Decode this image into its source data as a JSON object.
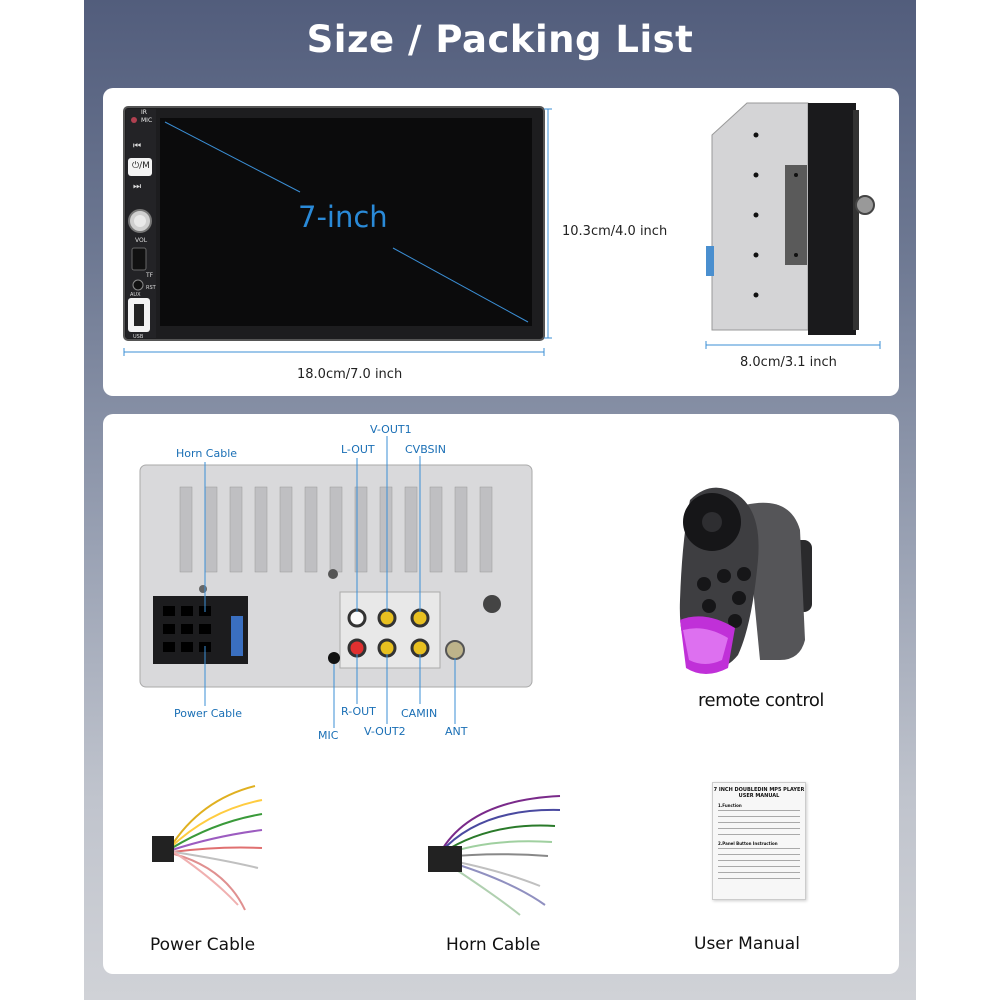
{
  "title": "Size / Packing List",
  "dimensions": {
    "screen_size": "7-inch",
    "height": "10.3cm/4.0 inch",
    "width": "18.0cm/7.0 inch",
    "depth": "8.0cm/3.1 inch"
  },
  "front_panel": {
    "ir": "IR",
    "mic": "MIC",
    "vol": "VOL",
    "tf": "TF",
    "rst": "RST",
    "aux": "AUX",
    "usb": "USB",
    "power_mode": "⏻/M"
  },
  "ports": {
    "horn_cable": "Horn Cable",
    "power_cable": "Power Cable",
    "l_out": "L-OUT",
    "v_out1": "V-OUT1",
    "cvbsin": "CVBSIN",
    "r_out": "R-OUT",
    "mic": "MIC",
    "v_out2": "V-OUT2",
    "camin": "CAMIN",
    "ant": "ANT"
  },
  "items": {
    "remote": "remote control",
    "power_cable": "Power Cable",
    "horn_cable": "Horn Cable",
    "user_manual": "User Manual"
  },
  "manual": {
    "title": "7 INCH DOUBLEDIN MP5 PLAYER",
    "subtitle": "USER MANUAL",
    "section1": "1.Function",
    "section2": "2.Panel Button Instruction"
  },
  "colors": {
    "accent": "#1a6fb5",
    "screen_label": "#2a8ad8",
    "remote_light": "#c030d8"
  }
}
